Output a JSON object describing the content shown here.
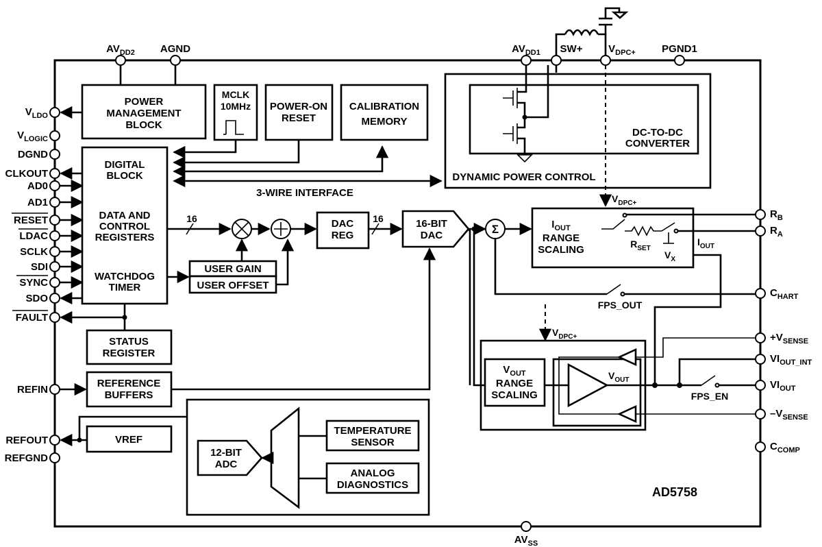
{
  "chip": {
    "part_number": "AD5758"
  },
  "top_pins": {
    "avdd2": {
      "main": "AV",
      "sub": "DD2"
    },
    "agnd": {
      "main": "AGND"
    },
    "avdd1": {
      "main": "AV",
      "sub": "DD1"
    },
    "sw_plus": {
      "main": "SW+"
    },
    "vdpc_plus": {
      "main": "V",
      "sub": "DPC+"
    },
    "pgnd1": {
      "main": "PGND1"
    }
  },
  "left_pins": {
    "vldo": {
      "main": "V",
      "sub": "LDO"
    },
    "vlogic": {
      "main": "V",
      "sub": "LOGIC"
    },
    "dgnd": {
      "main": "DGND"
    },
    "clkout": {
      "main": "CLKOUT"
    },
    "ad0": {
      "main": "AD0"
    },
    "ad1": {
      "main": "AD1"
    },
    "reset": {
      "main": "RESET"
    },
    "ldac": {
      "main": "LDAC"
    },
    "sclk": {
      "main": "SCLK"
    },
    "sdi": {
      "main": "SDI"
    },
    "sync": {
      "main": "SYNC"
    },
    "sdo": {
      "main": "SDO"
    },
    "fault": {
      "main": "FAULT"
    },
    "refin": {
      "main": "REFIN"
    },
    "refout": {
      "main": "REFOUT"
    },
    "refgnd": {
      "main": "REFGND"
    }
  },
  "right_pins": {
    "rb": {
      "main": "R",
      "sub": "B"
    },
    "ra": {
      "main": "R",
      "sub": "A"
    },
    "chart": {
      "main": "C",
      "sub": "HART"
    },
    "plus_vsense": {
      "main": "+V",
      "sub": "SENSE"
    },
    "viout_int": {
      "main": "VI",
      "sub": "OUT_INT"
    },
    "viout": {
      "main": "VI",
      "sub": "OUT"
    },
    "minus_vsense": {
      "main": "–V",
      "sub": "SENSE"
    },
    "ccomp": {
      "main": "C",
      "sub": "COMP"
    }
  },
  "bottom_pins": {
    "avss": {
      "main": "AV",
      "sub": "SS"
    }
  },
  "blocks": {
    "power_management": [
      "POWER",
      "MANAGEMENT",
      "BLOCK"
    ],
    "mclk": [
      "MCLK",
      "10MHz"
    ],
    "power_on_reset": [
      "POWER-ON",
      "RESET"
    ],
    "calibration_memory": [
      "CALIBRATION",
      "MEMORY"
    ],
    "dc_dc_converter": [
      "DC-TO-DC",
      "CONVERTER"
    ],
    "dynamic_power_control": "DYNAMIC POWER CONTROL",
    "digital_block": [
      "DIGITAL",
      "BLOCK"
    ],
    "data_control_registers": [
      "DATA AND",
      "CONTROL",
      "REGISTERS"
    ],
    "watchdog_timer": [
      "WATCHDOG",
      "TIMER"
    ],
    "user_gain": "USER GAIN",
    "user_offset": "USER OFFSET",
    "dac_reg": [
      "DAC",
      "REG"
    ],
    "dac_16bit": [
      "16-BIT",
      "DAC"
    ],
    "iout_range_scaling": {
      "first_main": "I",
      "first_sub": "OUT",
      "lines": [
        "RANGE",
        "SCALING"
      ]
    },
    "status_register": [
      "STATUS",
      "REGISTER"
    ],
    "reference_buffers": [
      "REFERENCE",
      "BUFFERS"
    ],
    "vref": "VREF",
    "adc_12bit": [
      "12-BIT",
      "ADC"
    ],
    "temperature_sensor": [
      "TEMPERATURE",
      "SENSOR"
    ],
    "analog_diagnostics": [
      "ANALOG",
      "DIAGNOSTICS"
    ],
    "vout_range_scaling": {
      "first_main": "V",
      "first_sub": "OUT",
      "lines": [
        "RANGE",
        "SCALING"
      ]
    }
  },
  "labels": {
    "three_wire_interface": "3-WIRE INTERFACE",
    "bus_width_1": "16",
    "bus_width_2": "16",
    "vdpc_plus_1": {
      "main": "V",
      "sub": "DPC+"
    },
    "vdpc_plus_2": {
      "main": "V",
      "sub": "DPC+"
    },
    "rset": {
      "main": "R",
      "sub": "SET"
    },
    "vx": {
      "main": "V",
      "sub": "X"
    },
    "iout": {
      "main": "I",
      "sub": "OUT"
    },
    "fps_out": "FPS_OUT",
    "fps_en": "FPS_EN",
    "vout": {
      "main": "V",
      "sub": "OUT"
    },
    "sigma": "Σ"
  }
}
